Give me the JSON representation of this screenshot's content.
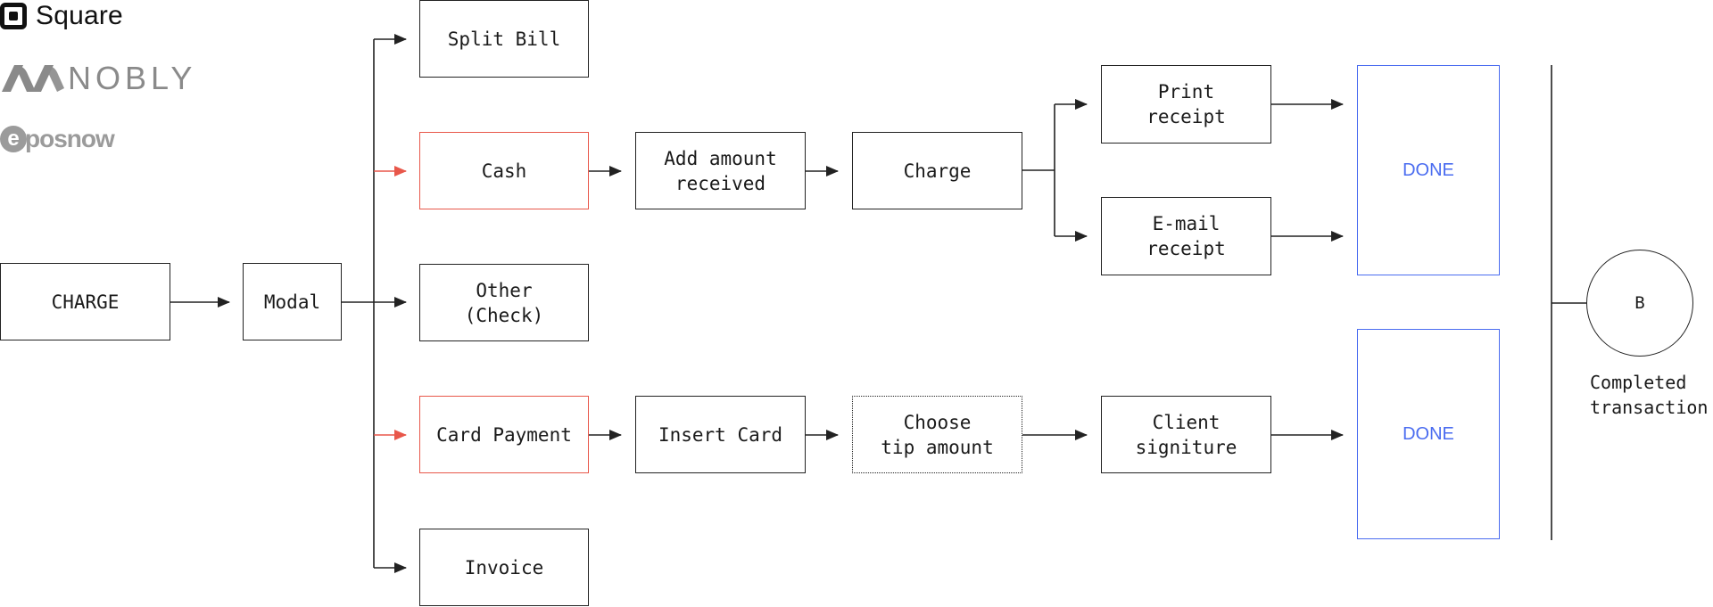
{
  "logos": {
    "square": "Square",
    "nobly": "NOBLY",
    "eposnow_mark": "e",
    "eposnow": "posnow"
  },
  "nodes": {
    "charge_start": "CHARGE",
    "modal": "Modal",
    "split_bill": "Split Bill",
    "cash": "Cash",
    "other_check": "Other\n(Check)",
    "card_payment": "Card Payment",
    "invoice": "Invoice",
    "add_amount": "Add amount\nreceived",
    "charge": "Charge",
    "print_receipt": "Print\nreceipt",
    "email_receipt": "E-mail\nreceipt",
    "done_top": "DONE",
    "insert_card": "Insert Card",
    "choose_tip": "Choose\ntip amount",
    "client_signature": "Client\nsigniture",
    "done_bottom": "DONE",
    "end_node": "B"
  },
  "end_caption": "Completed\ntransaction",
  "colors": {
    "highlight_red": "#e8574a",
    "done_blue": "#4a6cf0",
    "line": "#222222"
  }
}
